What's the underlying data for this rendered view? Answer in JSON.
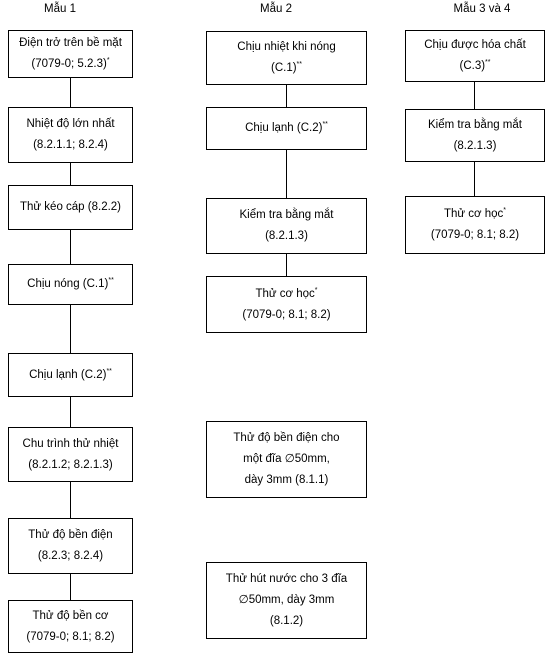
{
  "columns": [
    {
      "title": "Mẫu 1",
      "boxes": [
        {
          "line1": "Điện trở trên bề mặt",
          "line2": "(7079-0; 5.2.3)",
          "sup": "*"
        },
        {
          "line1": "Nhiệt độ lớn nhất",
          "line2": "(8.2.1.1; 8.2.4)",
          "sup": ""
        },
        {
          "line1": "Thử kéo cáp (8.2.2)",
          "line2": "",
          "sup": ""
        },
        {
          "line1": "Chịu nóng  (C.1)",
          "line2": "",
          "sup": "**"
        },
        {
          "line1": "Chịu  lạnh (C.2)",
          "line2": "",
          "sup": "**"
        },
        {
          "line1": "Chu trình thử nhiệt",
          "line2": "(8.2.1.2; 8.2.1.3)",
          "sup": ""
        },
        {
          "line1": "Thử độ bền điện",
          "line2": "(8.2.3; 8.2.4)",
          "sup": ""
        },
        {
          "line1": "Thử độ bền cơ",
          "line2": "(7079-0; 8.1; 8.2)",
          "sup": ""
        }
      ]
    },
    {
      "title": "Mẫu 2",
      "boxes": [
        {
          "line1": "Chịu nhiệt khi nóng",
          "line2": "(C.1)",
          "sup": "**"
        },
        {
          "line1": "Chịu  lạnh (C.2)",
          "line2": "",
          "sup": "**"
        },
        {
          "line1": "Kiểm tra bằng mắt",
          "line2": "(8.2.1.3)",
          "sup": ""
        },
        {
          "line1": "Thử cơ học",
          "line2": "(7079-0; 8.1; 8.2)",
          "sup": "*"
        },
        {
          "line1": "Thử độ bền điện cho",
          "line2": "một đĩa ∅50mm,",
          "line3": "dày 3mm (8.1.1)",
          "sup": ""
        },
        {
          "line1": "Thử hút nước cho 3 đĩa",
          "line2": "∅50mm, dày 3mm",
          "line3": "(8.1.2)",
          "sup": ""
        }
      ]
    },
    {
      "title": "Mẫu 3 và 4",
      "boxes": [
        {
          "line1": "Chịu được hóa chất",
          "line2": "(C.3)",
          "sup": "**"
        },
        {
          "line1": "Kiểm tra bằng mắt",
          "line2": "(8.2.1.3)",
          "sup": ""
        },
        {
          "line1": "Thử cơ học",
          "line2": "(7079-0; 8.1; 8.2)",
          "sup": "*"
        }
      ]
    }
  ]
}
